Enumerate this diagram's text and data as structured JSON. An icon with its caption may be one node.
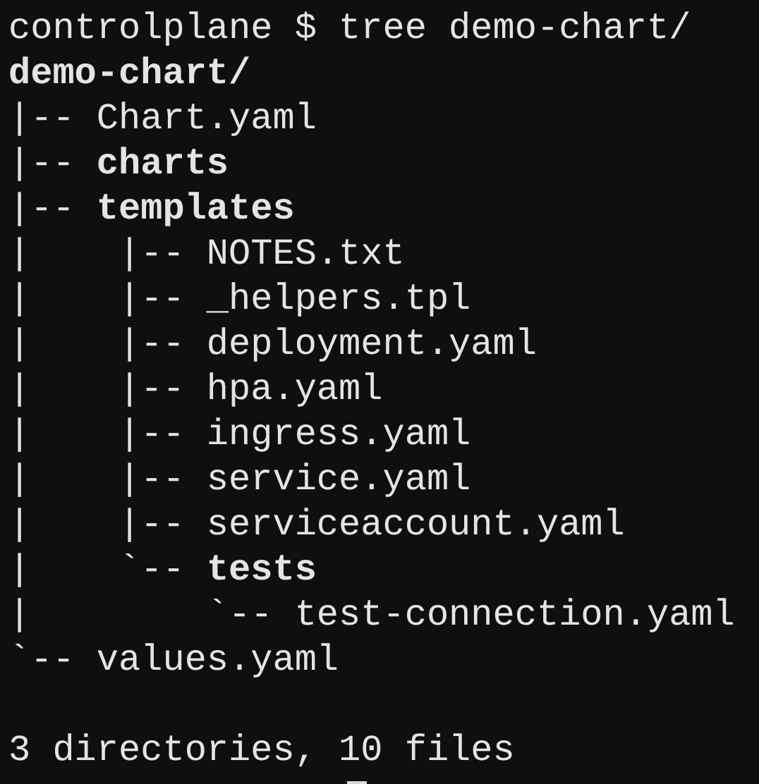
{
  "diagram": {
    "labels": [
      "controlplane $ tree demo-chart/",
      "**demo-chart/**",
      "|-- Chart.yaml",
      "|-- **charts**",
      "|-- **templates**",
      "|    |-- NOTES.txt",
      "|    |-- _helpers.tpl",
      "|    |-- deployment.yaml",
      "|    |-- hpa.yaml",
      "|    |-- ingress.yaml",
      "|    |-- service.yaml",
      "|    |-- serviceaccount.yaml",
      "|    `-- **tests**",
      "|        `-- test-connection.yaml",
      "`-- values.yaml",
      "3 directories, 10 files"
    ]
  }
}
